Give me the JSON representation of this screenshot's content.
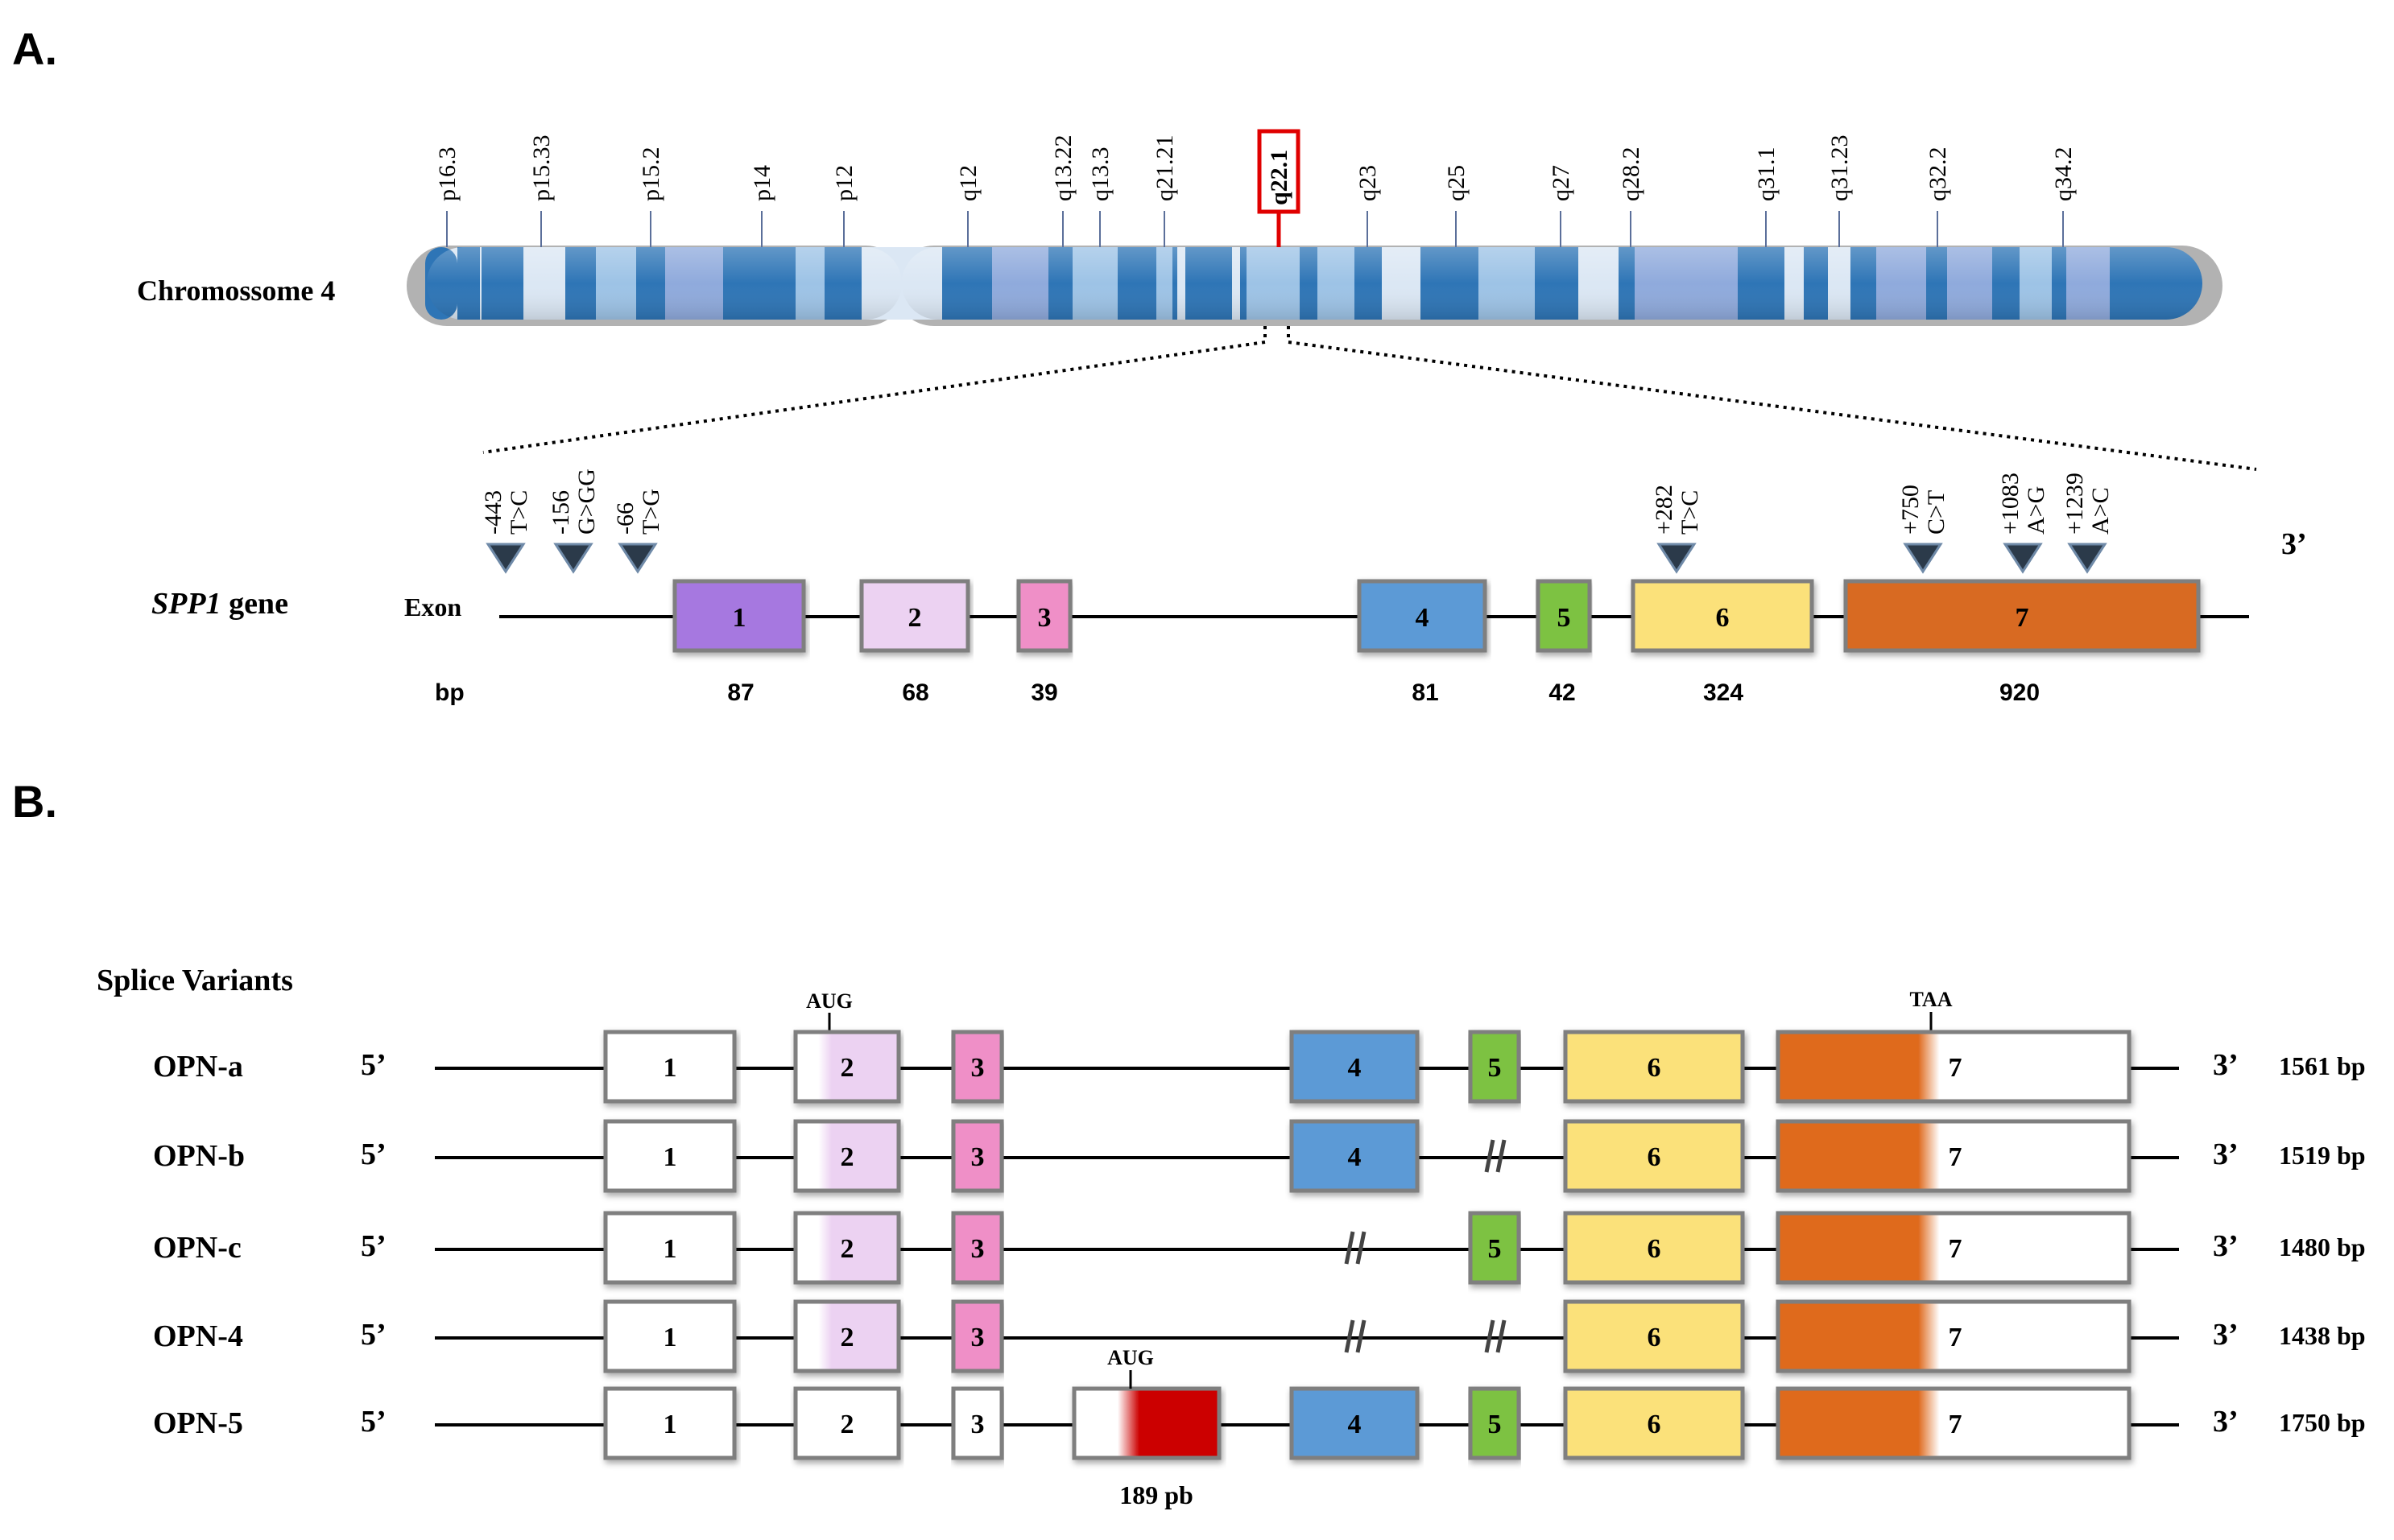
{
  "panel_labels": {
    "a": "A.",
    "b": "B."
  },
  "chromosome": {
    "label": "Chromossome 4",
    "bands": [
      "p16.3",
      "p15.33",
      "p15.2",
      "p14",
      "p12",
      "q12",
      "q13.22",
      "q13.3",
      "q21.21",
      "q22.1",
      "q23",
      "q25",
      "q27",
      "q28.2",
      "q31.1",
      "q31.23",
      "q32.2",
      "q34.2"
    ],
    "highlighted_band": "q22.1",
    "highlight_color": "#e00000"
  },
  "gene": {
    "name": "SPP1",
    "suffix": " gene",
    "exon_label": "Exon",
    "bp_label": "bp",
    "three_prime": "3’",
    "exons": [
      {
        "number": "1",
        "bp": "87"
      },
      {
        "number": "2",
        "bp": "68"
      },
      {
        "number": "3",
        "bp": "39"
      },
      {
        "number": "4",
        "bp": "81"
      },
      {
        "number": "5",
        "bp": "42"
      },
      {
        "number": "6",
        "bp": "324"
      },
      {
        "number": "7",
        "bp": "920"
      }
    ],
    "snps": [
      {
        "pos": "-443",
        "change": "T>C"
      },
      {
        "pos": "-156",
        "change": "G>GG"
      },
      {
        "pos": "-66",
        "change": "T>G"
      },
      {
        "pos": "+282",
        "change": "T>C"
      },
      {
        "pos": "+750",
        "change": "C>T"
      },
      {
        "pos": "+1083",
        "change": "A>G"
      },
      {
        "pos": "+1239",
        "change": "A>C"
      }
    ]
  },
  "splice": {
    "title": "Splice Variants",
    "five_prime": "5’",
    "three_prime": "3’",
    "aug": "AUG",
    "taa": "TAA",
    "extra_exon_bp": "189 pb",
    "variants": [
      {
        "name": "OPN-a",
        "length": "1561 bp"
      },
      {
        "name": "OPN-b",
        "length": "1519 bp"
      },
      {
        "name": "OPN-c",
        "length": "1480 bp"
      },
      {
        "name": "OPN-4",
        "length": "1438 bp"
      },
      {
        "name": "OPN-5",
        "length": "1750 bp"
      }
    ]
  },
  "colors": {
    "exon1": "#a678e0",
    "exon2": "#ecd2f2",
    "exon3": "#ef8fc7",
    "exon4": "#5b9ad6",
    "exon5": "#7dc242",
    "exon6": "#fbe17a",
    "exon7": "#d86a20",
    "opn5_extra": "#cc0000"
  }
}
